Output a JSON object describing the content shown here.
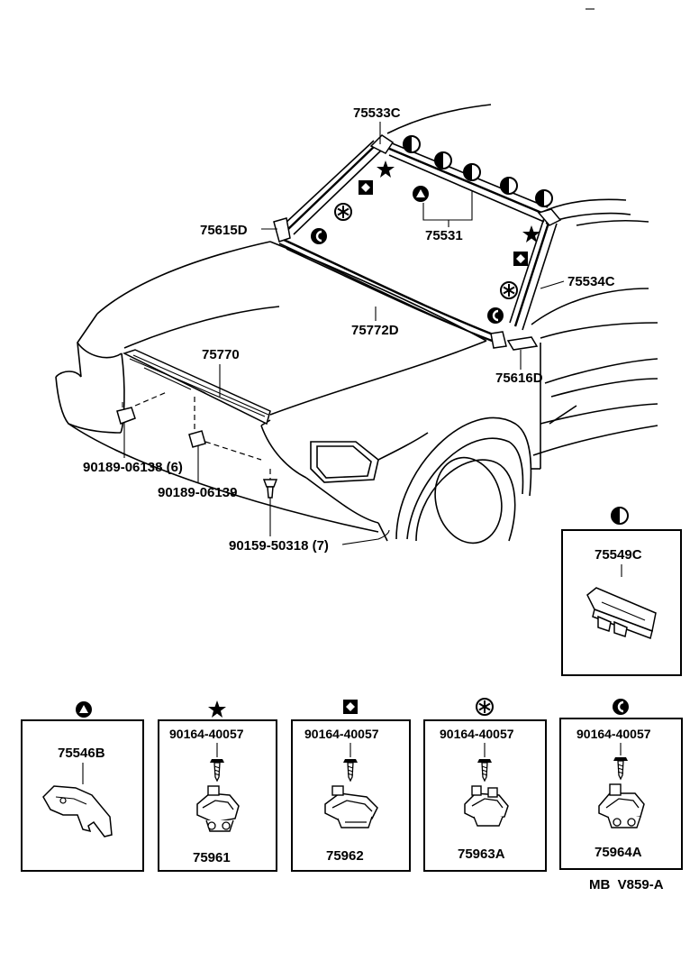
{
  "labels": {
    "p75533C": "75533C",
    "p75615D": "75615D",
    "p75531": "75531",
    "p75534C": "75534C",
    "p75772D": "75772D",
    "p75770": "75770",
    "p75616D": "75616D",
    "p90189_06138": "90189-06138 (6)",
    "p90189_06139": "90189-06139",
    "p90159_50318": "90159-50318 (7)"
  },
  "insets": [
    {
      "symbol": "half-circle",
      "part": "75549C"
    },
    {
      "symbol": "triangle",
      "part": "75546B"
    },
    {
      "symbol": "star",
      "bolt": "90164-40057",
      "part": "75961"
    },
    {
      "symbol": "diamond",
      "bolt": "90164-40057",
      "part": "75962"
    },
    {
      "symbol": "asterisk",
      "bolt": "90164-40057",
      "part": "75963A"
    },
    {
      "symbol": "crescent",
      "bolt": "90164-40057",
      "part": "75964A"
    }
  ],
  "footer": "MB  V859-A"
}
